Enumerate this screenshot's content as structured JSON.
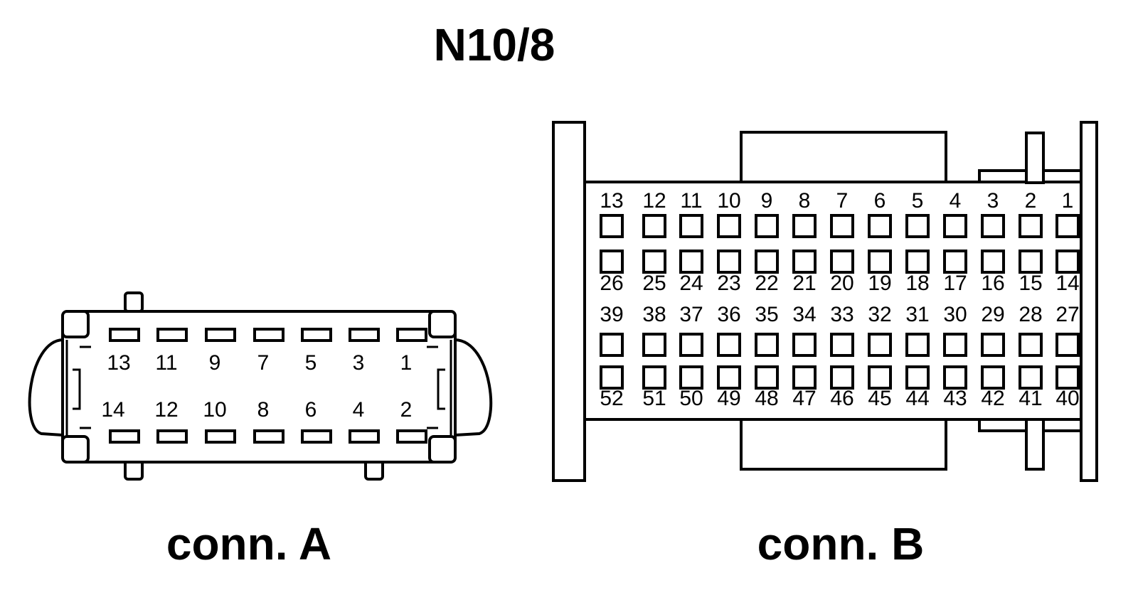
{
  "title": "N10/8",
  "connector_a": {
    "label": "conn. A",
    "top_row_pins": [
      "13",
      "11",
      "9",
      "7",
      "5",
      "3",
      "1"
    ],
    "bottom_row_pins": [
      "14",
      "12",
      "10",
      "8",
      "6",
      "4",
      "2"
    ]
  },
  "connector_b": {
    "label": "conn. B",
    "rows": [
      [
        "13",
        "12",
        "11",
        "10",
        "9",
        "8",
        "7",
        "6",
        "5",
        "4",
        "3",
        "2",
        "1"
      ],
      [
        "26",
        "25",
        "24",
        "23",
        "22",
        "21",
        "20",
        "19",
        "18",
        "17",
        "16",
        "15",
        "14"
      ],
      [
        "39",
        "38",
        "37",
        "36",
        "35",
        "34",
        "33",
        "32",
        "31",
        "30",
        "29",
        "28",
        "27"
      ],
      [
        "52",
        "51",
        "50",
        "49",
        "48",
        "47",
        "46",
        "45",
        "44",
        "43",
        "42",
        "41",
        "40"
      ]
    ]
  }
}
